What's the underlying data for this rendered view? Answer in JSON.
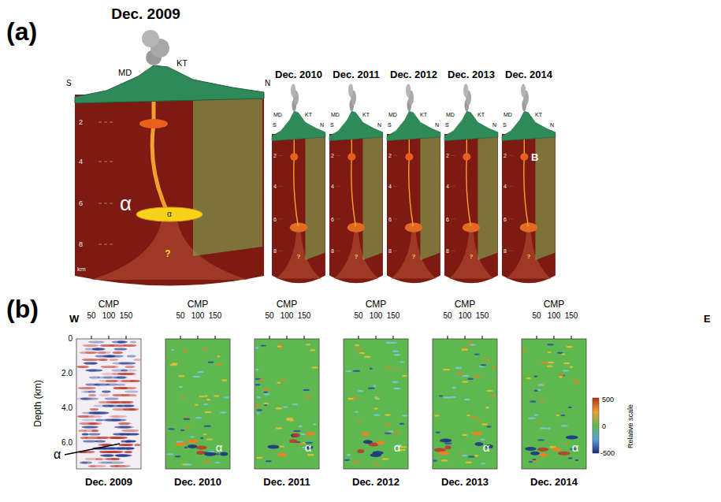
{
  "diagram": {
    "labels": [
      "(a)",
      "Dec. 2009",
      "MD",
      "KT",
      "S",
      "N",
      "2",
      "4",
      "6",
      "8",
      "km",
      "α",
      "α",
      "?",
      "Dec. 2010",
      "MD",
      "KT",
      "S",
      "N",
      "2",
      "4",
      "6",
      "8",
      "?",
      "Dec. 2011",
      "MD",
      "KT",
      "S",
      "N",
      "2",
      "4",
      "6",
      "8",
      "?",
      "Dec. 2012",
      "MD",
      "KT",
      "S",
      "N",
      "2",
      "4",
      "6",
      "8",
      "?",
      "Dec. 2013",
      "MD",
      "KT",
      "S",
      "N",
      "2",
      "4",
      "6",
      "8",
      "?",
      "Dec. 2014",
      "MD",
      "KT",
      "S",
      "N",
      "2",
      "4",
      "6",
      "8",
      "?",
      "B",
      "(b)",
      "W",
      "E",
      "Depth (km)",
      "0",
      "2.0",
      "4.0",
      "6.0",
      "α",
      "CMP",
      "50",
      "100",
      "150",
      "Dec. 2009",
      "CMP",
      "50",
      "100",
      "150",
      "Dec. 2010",
      "CMP",
      "50",
      "100",
      "150",
      "Dec. 2011",
      "CMP",
      "50",
      "100",
      "150",
      "Dec. 2012",
      "CMP",
      "50",
      "100",
      "150",
      "Dec. 2013",
      "CMP",
      "50",
      "100",
      "150",
      "Dec. 2014",
      "α",
      "α",
      "α",
      "α",
      "α",
      "500",
      "0",
      "-500",
      "Relative scale"
    ]
  }
}
